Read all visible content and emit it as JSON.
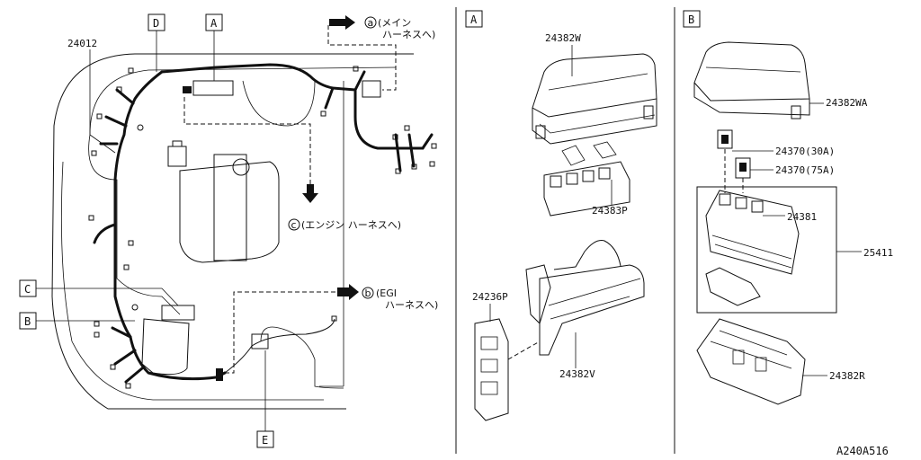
{
  "sections": [
    {
      "label": "A"
    },
    {
      "label": "B"
    }
  ],
  "main_view": {
    "harness_part": "24012",
    "callouts": [
      {
        "label": "D"
      },
      {
        "label": "A"
      },
      {
        "label": "C"
      },
      {
        "label": "B"
      },
      {
        "label": "E"
      }
    ],
    "connections": [
      {
        "symbol": "a",
        "text_line1": "(メイン",
        "text_line2": "ハーネスへ)"
      },
      {
        "symbol": "c",
        "text_line1": "(エンジン ハーネスへ)",
        "text_line2": ""
      },
      {
        "symbol": "b",
        "text_line1": "(EGI",
        "text_line2": "ハーネスへ)"
      }
    ]
  },
  "section_a": {
    "parts": [
      "24382W",
      "24383P",
      "24236P",
      "24382V"
    ]
  },
  "section_b": {
    "parts": [
      "24382WA",
      "24370(30A)",
      "24370(75A)",
      "24381",
      "25411",
      "24382R"
    ]
  },
  "reference": "A240A516"
}
